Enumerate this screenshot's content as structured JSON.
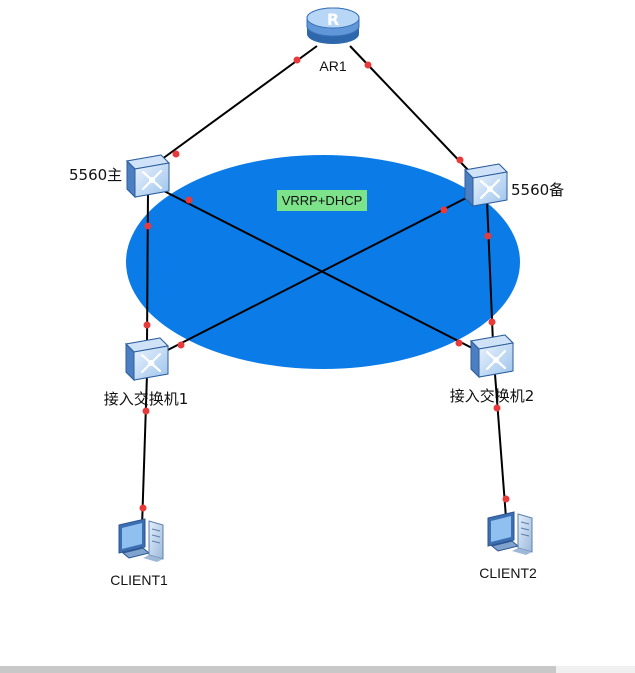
{
  "diagram": {
    "zone_label": "VRRP+DHCP",
    "nodes": {
      "ar1": {
        "label": "AR1",
        "icon": "router-icon"
      },
      "core_main": {
        "label": "5560主",
        "icon": "core-switch-icon"
      },
      "core_backup": {
        "label": "5560备",
        "icon": "core-switch-icon"
      },
      "access1": {
        "label": "接入交换机1",
        "icon": "access-switch-icon"
      },
      "access2": {
        "label": "接入交换机2",
        "icon": "access-switch-icon"
      },
      "client1": {
        "label": "CLIENT1",
        "icon": "pc-icon"
      },
      "client2": {
        "label": "CLIENT2",
        "icon": "pc-icon"
      }
    },
    "links": [
      [
        "ar1",
        "core_main"
      ],
      [
        "ar1",
        "core_backup"
      ],
      [
        "core_main",
        "access1"
      ],
      [
        "core_main",
        "access2"
      ],
      [
        "core_backup",
        "access1"
      ],
      [
        "core_backup",
        "access2"
      ],
      [
        "access1",
        "client1"
      ],
      [
        "access2",
        "client2"
      ]
    ],
    "colors": {
      "zone_fill": "#0b7be8",
      "tag_fill": "#7de38a",
      "link": "#000000",
      "port_dot": "#e8393b"
    }
  }
}
